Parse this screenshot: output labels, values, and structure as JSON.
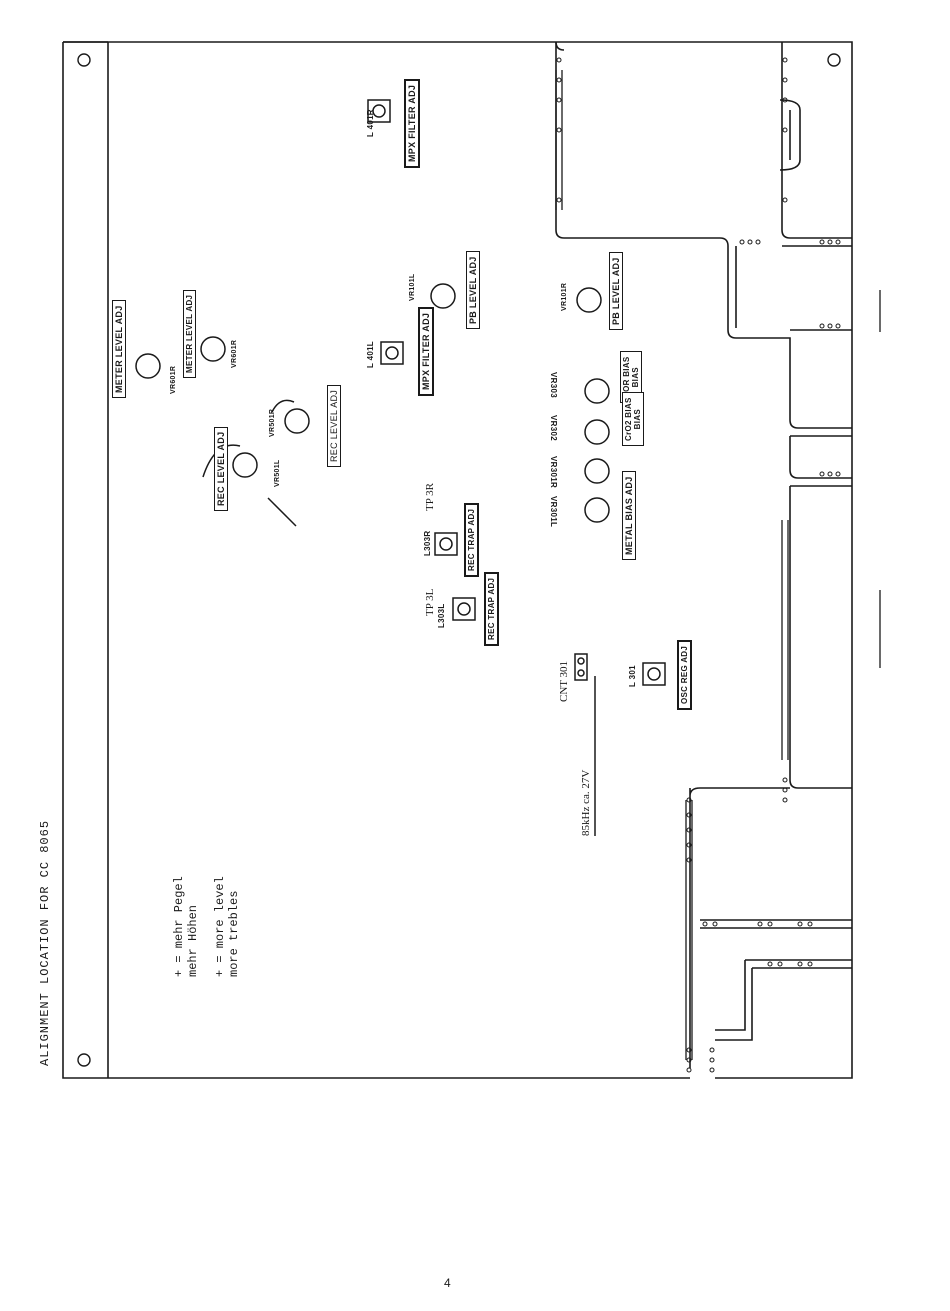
{
  "title": "ALIGNMENT LOCATION FOR CC 8065",
  "legend": {
    "line1": "+ = mehr Pegel",
    "line2": "    mehr Höhen",
    "line3": "+ = more level",
    "line4": "    more trebles"
  },
  "page_number": "4",
  "components": {
    "vr601r": "VR601R",
    "vr601l": "VR601R",
    "vr501r": "VR501R",
    "vr501l": "VR501L",
    "l401r": "L 401R",
    "l401l": "L 401L",
    "vr101l": "VR101L",
    "vr101r": "VR101R",
    "vr303": "VR303",
    "vr302": "VR302",
    "vr301r": "VR301R",
    "vr301l": "VR301L",
    "l303r": "L303R",
    "l303l": "L303L",
    "l301": "L 301",
    "tp3l": "TP 3L",
    "tp3r": "TP 3R",
    "cnt301": "CNT 301",
    "osc_note": "85kHz ca. 27V"
  },
  "labels": {
    "meter_level_adj_1": "METER LEVEL ADJ",
    "meter_level_adj_2": "METER LEVEL ADJ",
    "rec_level_adj_1": "REC LEVEL ADJ",
    "rec_level_adj_2": "REC LEVEL ADJ",
    "mpx_filter_adj_1": "MPX FILTER ADJ",
    "mpx_filter_adj_2": "MPX FILTER ADJ",
    "pb_level_adj_1": "PB LEVEL ADJ",
    "pb_level_adj_2": "PB LEVEL ADJ",
    "nor_bias": "NOR BIAS",
    "nor_bias_2": "BIAS",
    "cro2_bias": "CrO2 BIAS",
    "cro2_bias_2": "BIAS",
    "metal_bias_adj": "METAL BIAS ADJ",
    "rec_trap_adj_1": "REC TRAP ADJ",
    "rec_trap_adj_2": "REC TRAP ADJ",
    "osc_adj": "OSC REG ADJ"
  },
  "colors": {
    "ink": "#1a1a1a",
    "paper": "#ffffff"
  }
}
